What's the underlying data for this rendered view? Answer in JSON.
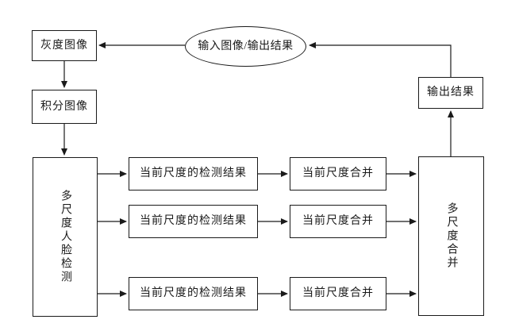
{
  "diagram": {
    "type": "flowchart",
    "background_color": "#ffffff",
    "line_color": "#1a1a1a",
    "box_fill": "#ffffff",
    "nodes": {
      "io_terminal": {
        "label": "输入图像/输出结果",
        "shape": "ellipse"
      },
      "gray_image": {
        "label": "灰度图像",
        "shape": "rect"
      },
      "integral_image": {
        "label": "积分图像",
        "shape": "rect"
      },
      "multiscale_detection": {
        "label": "多尺度人脸检测",
        "shape": "rect",
        "text_direction": "vertical"
      },
      "detect_result_1": {
        "label": "当前尺度的检测结果",
        "shape": "rect"
      },
      "detect_result_2": {
        "label": "当前尺度的检测结果",
        "shape": "rect"
      },
      "detect_result_3": {
        "label": "当前尺度的检测结果",
        "shape": "rect"
      },
      "scale_merge_1": {
        "label": "当前尺度合并",
        "shape": "rect"
      },
      "scale_merge_2": {
        "label": "当前尺度合并",
        "shape": "rect"
      },
      "scale_merge_3": {
        "label": "当前尺度合并",
        "shape": "rect"
      },
      "multiscale_merge": {
        "label": "多尺度合并",
        "shape": "rect",
        "text_direction": "vertical"
      },
      "output_result": {
        "label": "输出结果",
        "shape": "rect"
      }
    },
    "edges": [
      "output_result -> io_terminal",
      "io_terminal -> gray_image",
      "gray_image -> integral_image",
      "integral_image -> multiscale_detection",
      "multiscale_detection -> detect_result_1",
      "multiscale_detection -> detect_result_2",
      "multiscale_detection -> detect_result_3",
      "detect_result_1 -> scale_merge_1",
      "detect_result_2 -> scale_merge_2",
      "detect_result_3 -> scale_merge_3",
      "scale_merge_1 -> multiscale_merge",
      "scale_merge_2 -> multiscale_merge",
      "scale_merge_3 -> multiscale_merge",
      "multiscale_merge -> output_result"
    ]
  }
}
